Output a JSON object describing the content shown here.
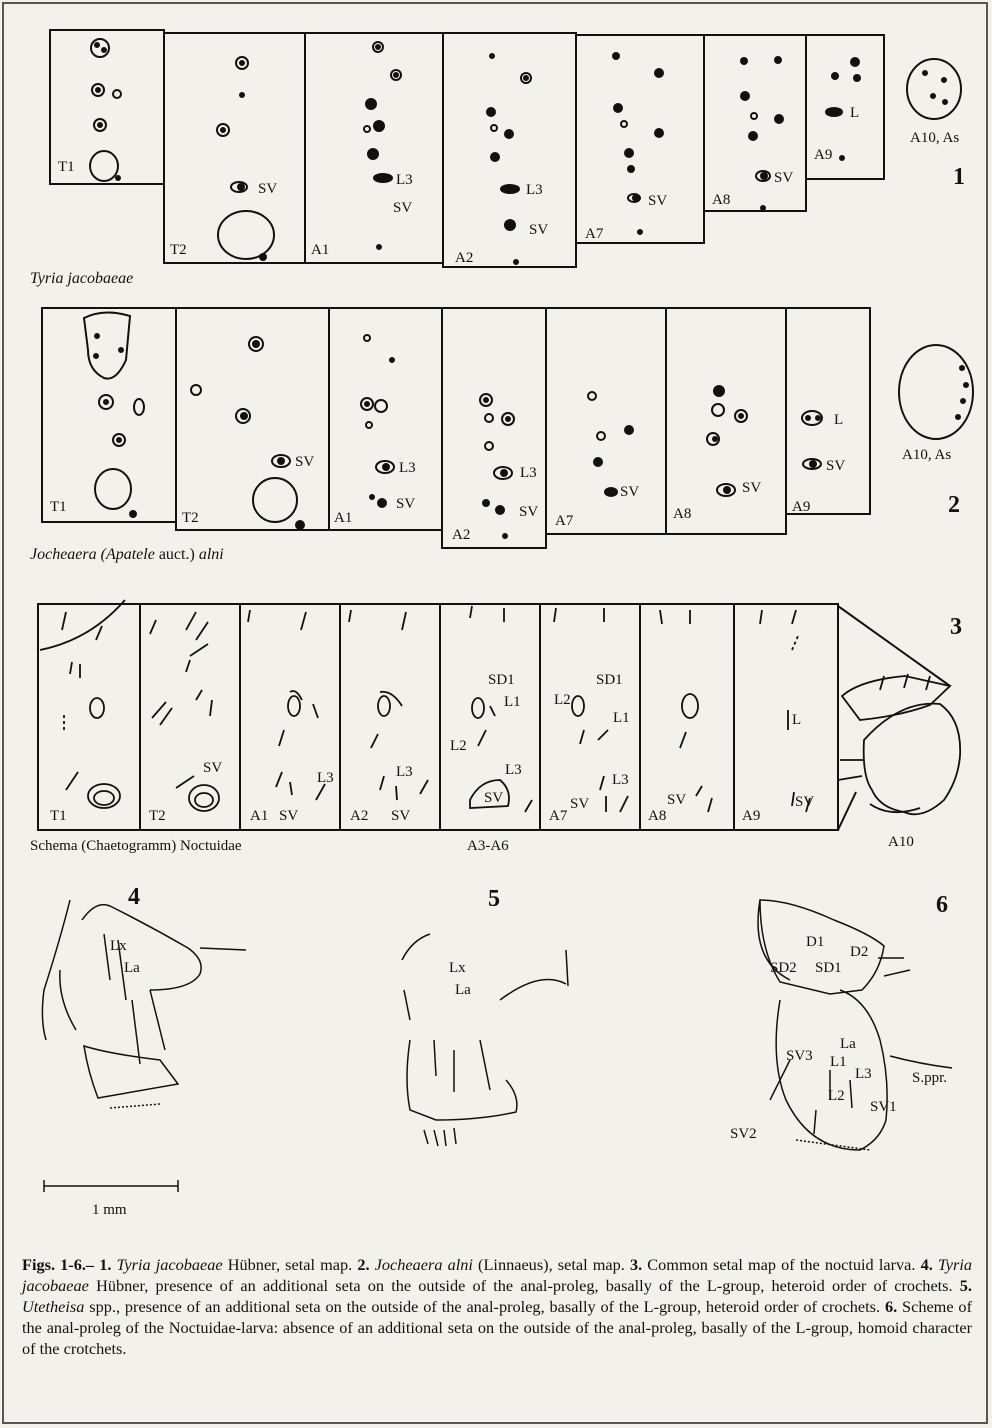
{
  "figure1": {
    "number": "1",
    "species": "Tyria jacobaeae",
    "segments": [
      "T1",
      "T2",
      "A1",
      "A2",
      "A7",
      "A8",
      "A9"
    ],
    "anal": "A10, As",
    "markers": {
      "l3": "L3",
      "sv": "SV",
      "l": "L"
    }
  },
  "figure2": {
    "number": "2",
    "species_prefix": "Jocheaera (Apatele",
    "species_mid": "auct.)",
    "species_suffix": "alni",
    "segments": [
      "T1",
      "T2",
      "A1",
      "A2",
      "A7",
      "A8",
      "A9"
    ],
    "anal": "A10, As",
    "markers": {
      "l3": "L3",
      "sv": "SV",
      "l": "L"
    }
  },
  "figure3": {
    "number": "3",
    "segments": [
      "T1",
      "T2",
      "A1",
      "A2",
      "A7",
      "A8",
      "A9"
    ],
    "a3a6": "A3-A6",
    "a10": "A10",
    "schema": "Schema (Chaetogramm) Noctuidae",
    "markers": {
      "sd1": "SD1",
      "l1": "L1",
      "l2": "L2",
      "l3": "L3",
      "sv": "SV",
      "l": "L"
    }
  },
  "figure4": {
    "number": "4",
    "lx": "Lx",
    "la": "La",
    "scale": "1 mm"
  },
  "figure5": {
    "number": "5",
    "lx": "Lx",
    "la": "La"
  },
  "figure6": {
    "number": "6",
    "d1": "D1",
    "d2": "D2",
    "sd2": "SD2",
    "sd1": "SD1",
    "la": "La",
    "sv3": "SV3",
    "l1": "L1",
    "l3": "L3",
    "sppr": "S.ppr.",
    "l2": "L2",
    "sv1": "SV1",
    "sv2": "SV2"
  },
  "caption": {
    "figs": "Figs. 1-6.–",
    "n1": "1.",
    "sp1": "Tyria jacobaeae",
    "t1": " Hübner, setal map. ",
    "n2": "2.",
    "sp2": "Jocheaera alni",
    "t2": " (Linnaeus), setal map. ",
    "n3": "3.",
    "t3": " Common setal map of the noctuid larva. ",
    "n4": "4.",
    "sp4": "Tyria jacobaeae",
    "t4": " Hübner, presence of an additional seta on the outside of the anal-proleg, basally of the L-group, heteroid order of crochets. ",
    "n5": "5.",
    "sp5": "Utetheisa",
    "t5": " spp., presence of an additional seta on the outside of the anal-proleg, basally of the L-group, heteroid order of crochets. ",
    "n6": "6.",
    "t6": " Scheme of the anal-proleg of the Noctuidae-larva: absence of an additional seta on the outside of the anal-proleg, basally of the L-group, homoid character of the crotchets."
  }
}
